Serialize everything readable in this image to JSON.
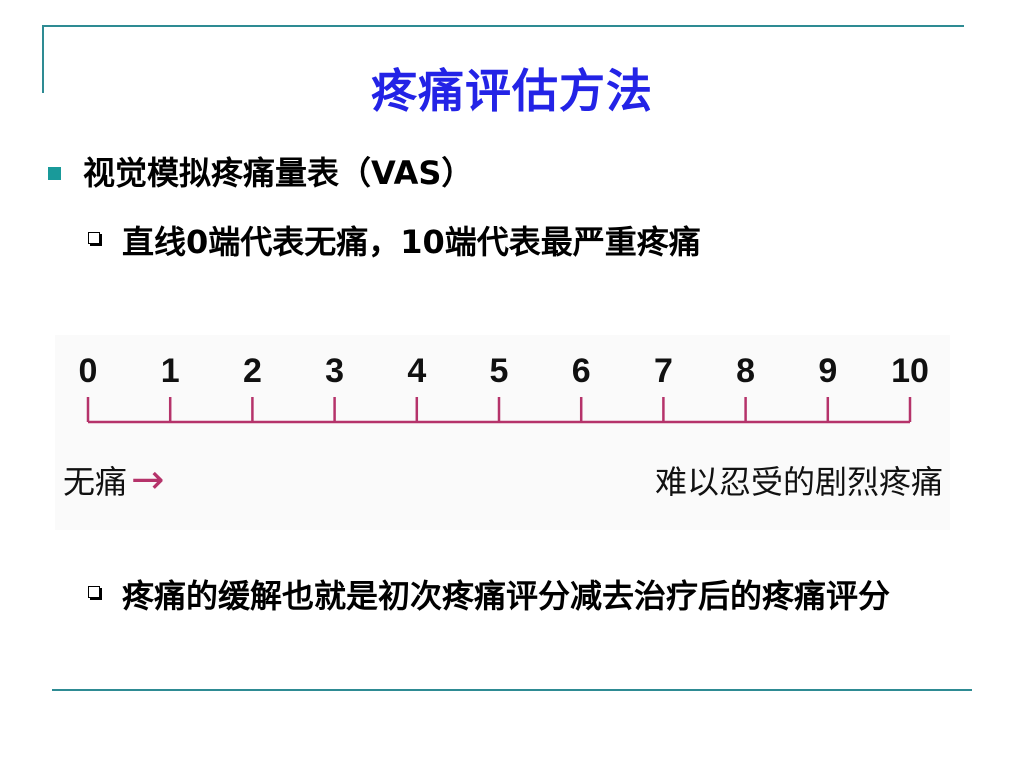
{
  "slide": {
    "title": "疼痛评估方法",
    "bullet": "视觉模拟疼痛量表（VAS）",
    "sub_bullets": [
      "直线0端代表无痛，10端代表最严重疼痛",
      "疼痛的缓解也就是初次疼痛评分减去治疗后的疼痛评分"
    ]
  },
  "vas_scale": {
    "numbers": [
      "0",
      "1",
      "2",
      "3",
      "4",
      "5",
      "6",
      "7",
      "8",
      "9",
      "10"
    ],
    "left_label": "无痛",
    "arrow": "→",
    "right_label": "难以忍受的剧烈疼痛",
    "line_color": "#b5336a"
  },
  "colors": {
    "title": "#2323e6",
    "accent": "#2e8b93",
    "bullet": "#199a9a"
  }
}
